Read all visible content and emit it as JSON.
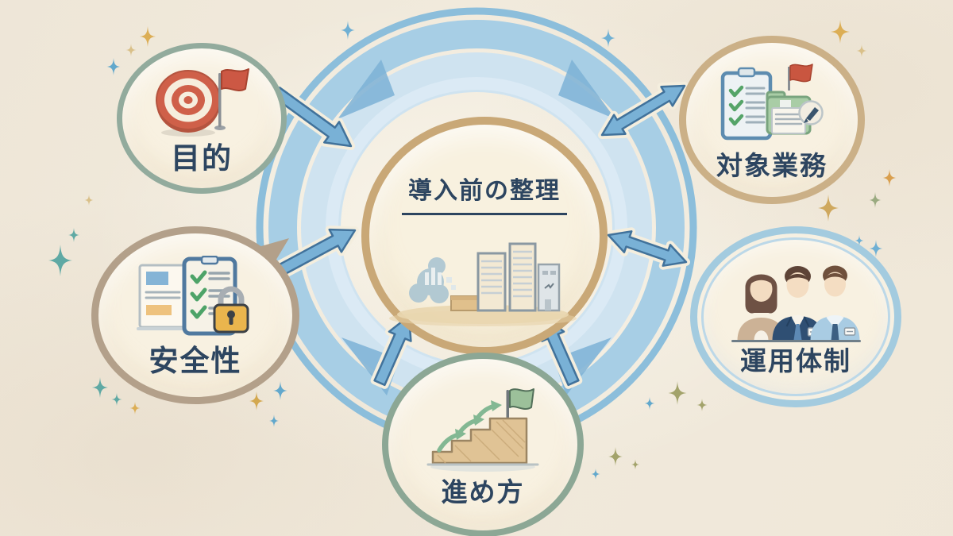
{
  "diagram": {
    "center": {
      "label": "導入前の整理",
      "icon": "city-buildings-icon",
      "border_color": "#c9a877"
    },
    "nodes": [
      {
        "id": "purpose",
        "label": "目的",
        "icon": "target-flag-icon",
        "border_color": "#92ab9d",
        "position": "top-left"
      },
      {
        "id": "target-operations",
        "label": "対象業務",
        "icon": "checklist-documents-flag-icon",
        "border_color": "#cbb087",
        "position": "top-right"
      },
      {
        "id": "safety",
        "label": "安全性",
        "icon": "checklist-lock-icon",
        "border_color": "#b3a08a",
        "position": "middle-left"
      },
      {
        "id": "operation-structure",
        "label": "運用体制",
        "icon": "team-members-icon",
        "border_color": "#a3cbdf",
        "position": "middle-right"
      },
      {
        "id": "approach",
        "label": "進め方",
        "icon": "stairs-flag-icon",
        "border_color": "#8ca795",
        "position": "bottom-center"
      }
    ],
    "colors": {
      "background": "#f1eadc",
      "label_text": "#2d4560",
      "ring_blue_light": "#cfe3f0",
      "ring_blue_medium": "#a7cee5",
      "ring_blue_outer": "#8cbedb",
      "arrow_fill": "#79b1d6",
      "arrow_outline": "#41729b",
      "sparkle_teal": "#5fa9a4",
      "sparkle_blue": "#6aaed2",
      "sparkle_gold": "#dcae55",
      "sparkle_olive": "#a3a36b"
    }
  }
}
